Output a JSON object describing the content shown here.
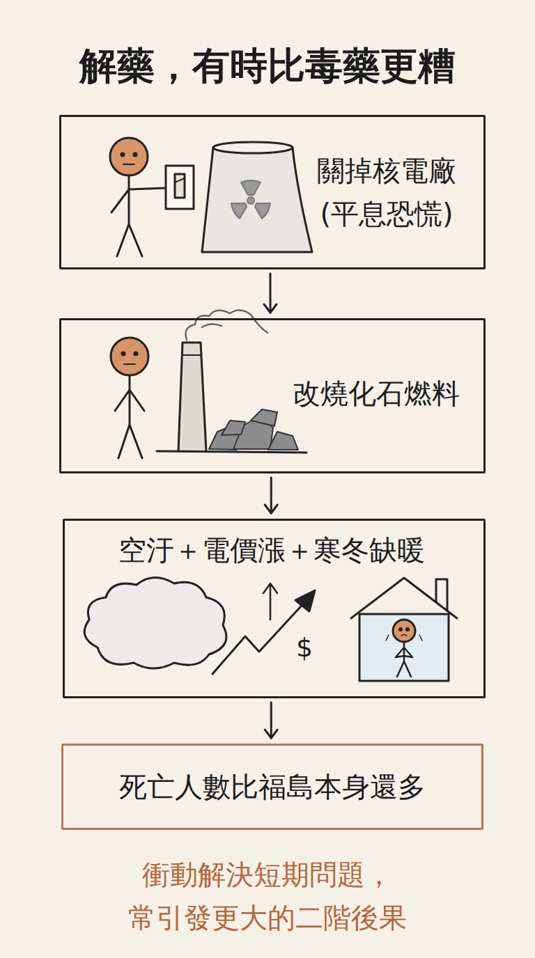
{
  "diagram": {
    "title": "解藥，有時比毒藥更糟",
    "caption": "衝動解決短期問題， 常引發更大的二階後果",
    "nodes": [
      {
        "text": [
          "關掉核電廠",
          "(平息恐慌)"
        ]
      },
      {
        "text": [
          "改燒化石燃料"
        ]
      },
      {
        "text": [
          "空汙＋電價漲＋寒冬缺暖"
        ]
      },
      {
        "text": [
          "死亡人數比福島本身還多"
        ]
      }
    ],
    "edges": [
      {
        "from": 0,
        "to": 1,
        "arrow": "to"
      },
      {
        "from": 1,
        "to": 2,
        "arrow": "to"
      },
      {
        "from": 2,
        "to": 3,
        "arrow": "to"
      }
    ],
    "labels": [
      "$"
    ]
  }
}
